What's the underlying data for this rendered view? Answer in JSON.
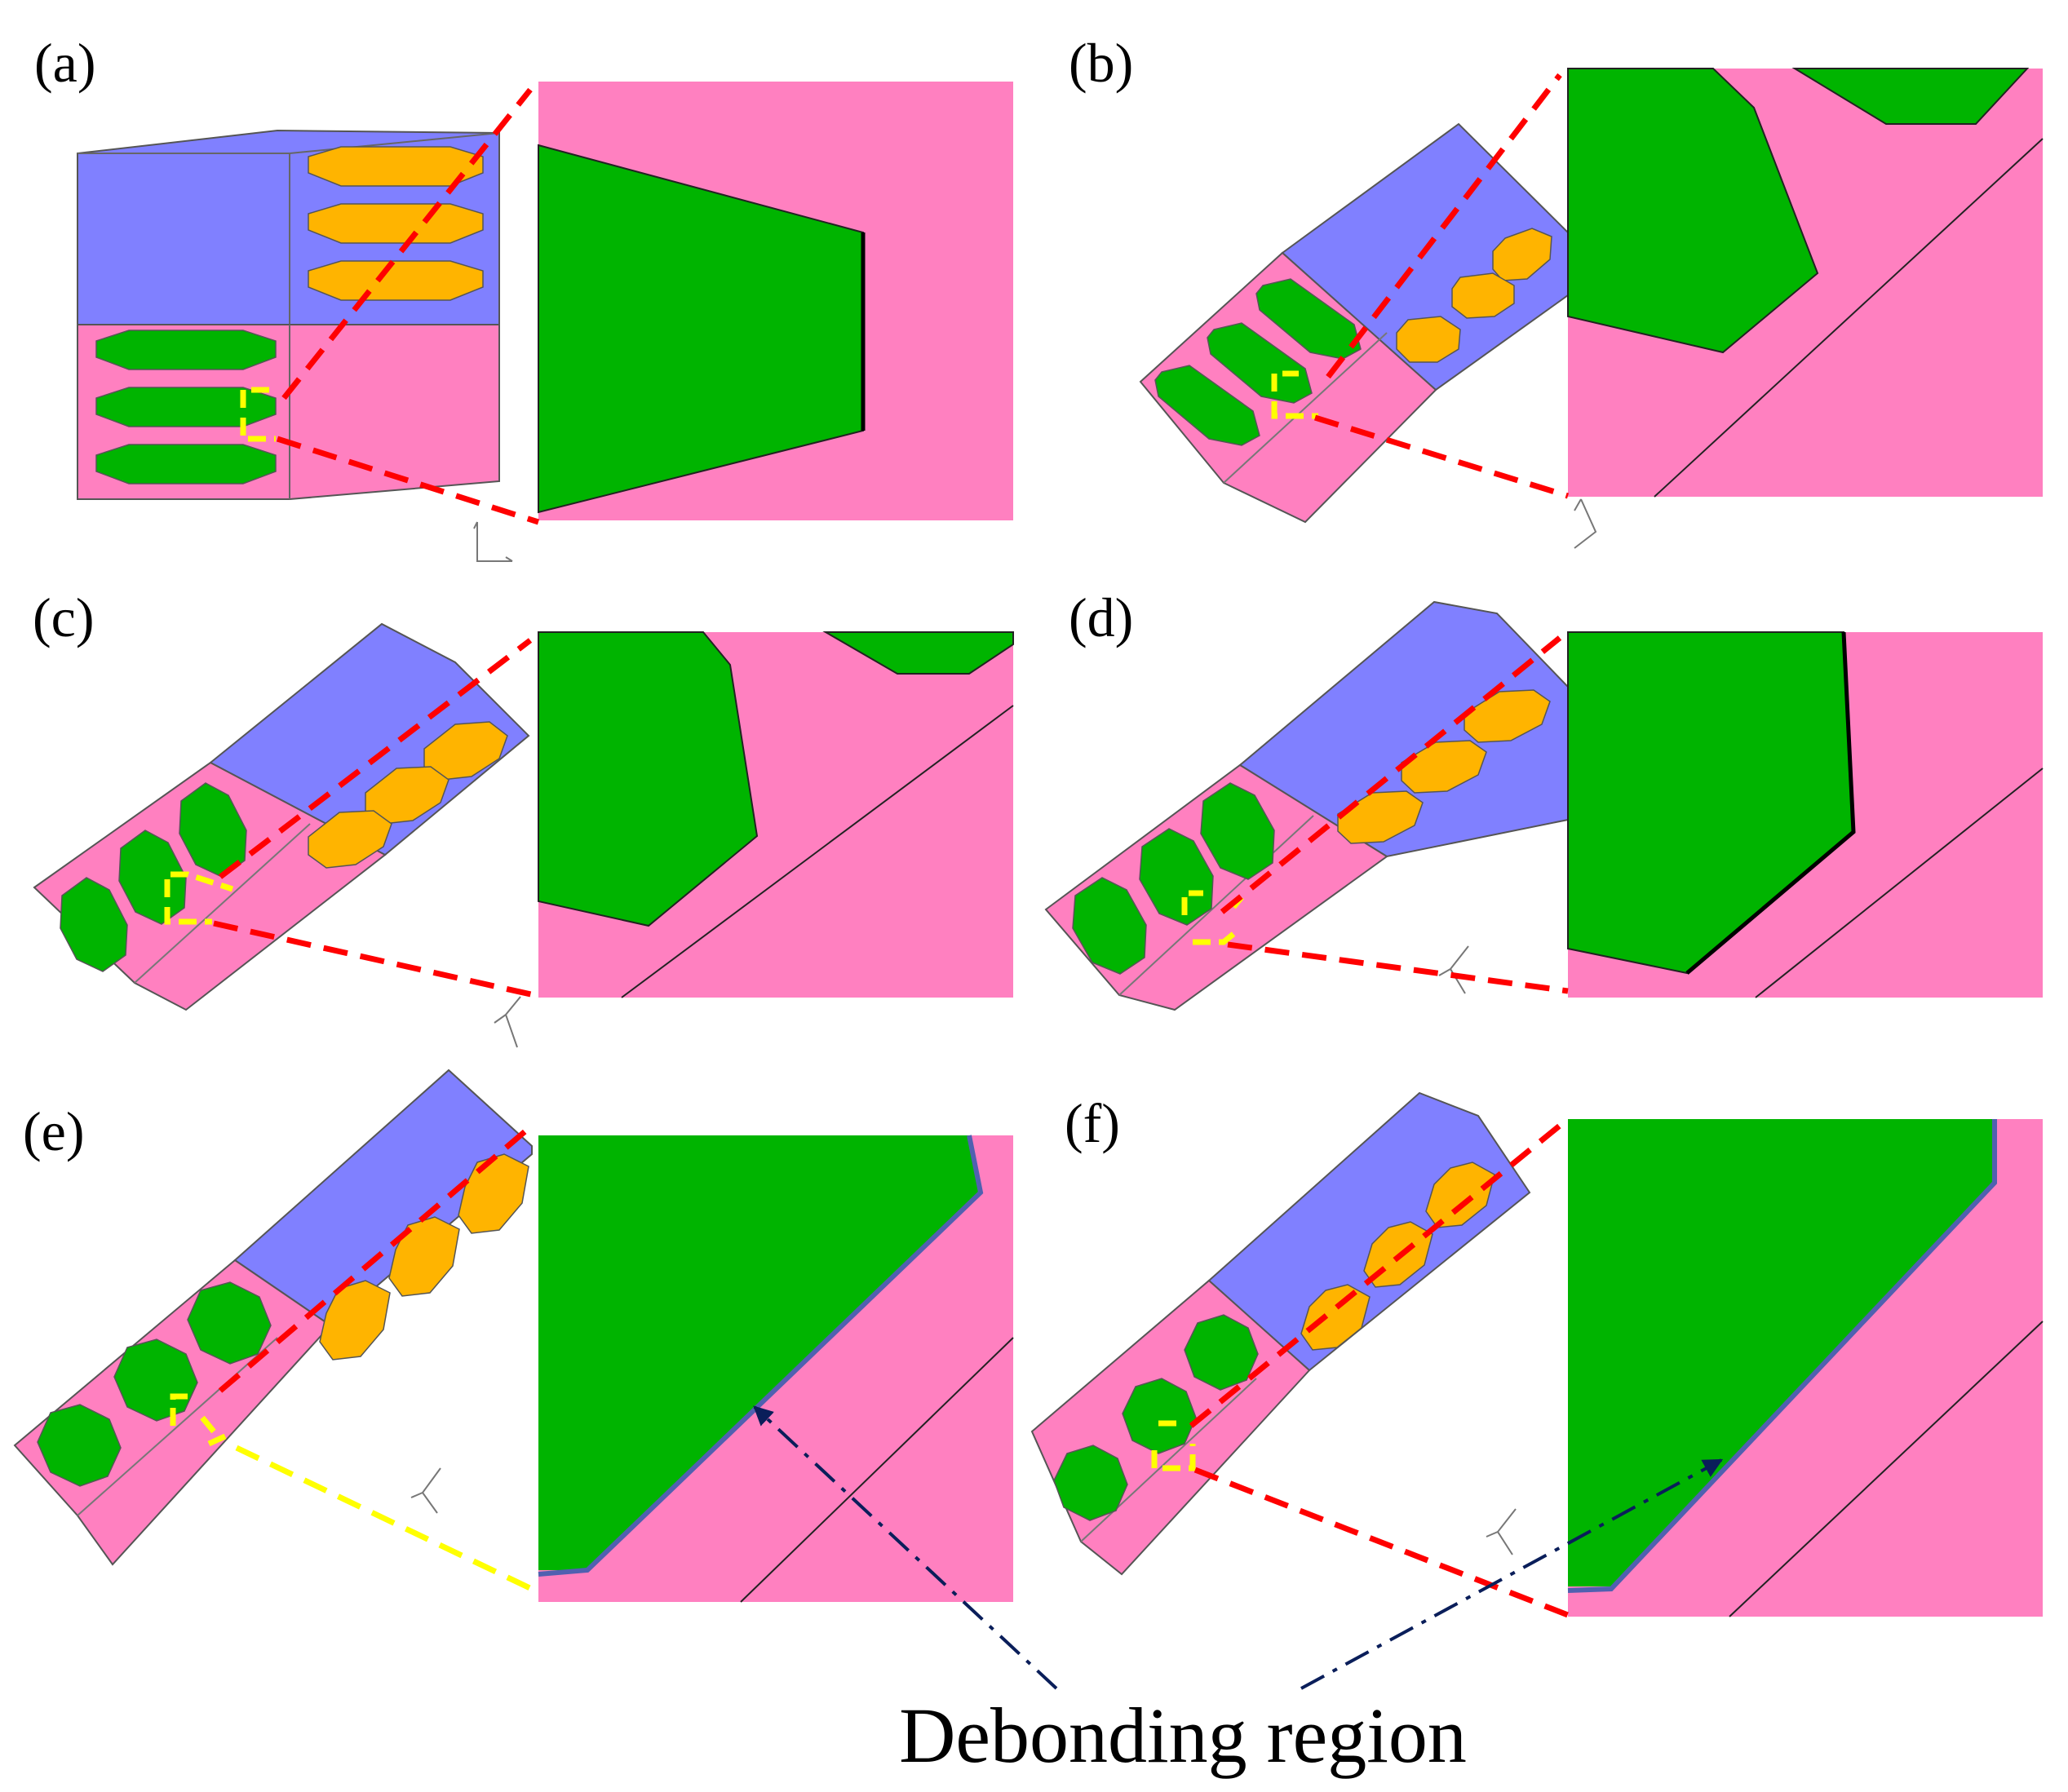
{
  "panels": [
    {
      "label": "(a)"
    },
    {
      "label": "(b)"
    },
    {
      "label": "(c)"
    },
    {
      "label": "(d)"
    },
    {
      "label": "(e)"
    },
    {
      "label": "(f)"
    }
  ],
  "annotation": {
    "text": "Debonding region"
  },
  "colors": {
    "matrix": "#FF80C0",
    "fiber_green": "#00B400",
    "upper_block": "#8080FF",
    "fiber_orange": "#FFB400",
    "zoom_line_red": "#FF0000",
    "zoom_line_yellow": "#FFFF00",
    "zoom_box": "#FFFF00",
    "arrow": "#0A1E5A",
    "debond_layer": "#5060B0"
  }
}
